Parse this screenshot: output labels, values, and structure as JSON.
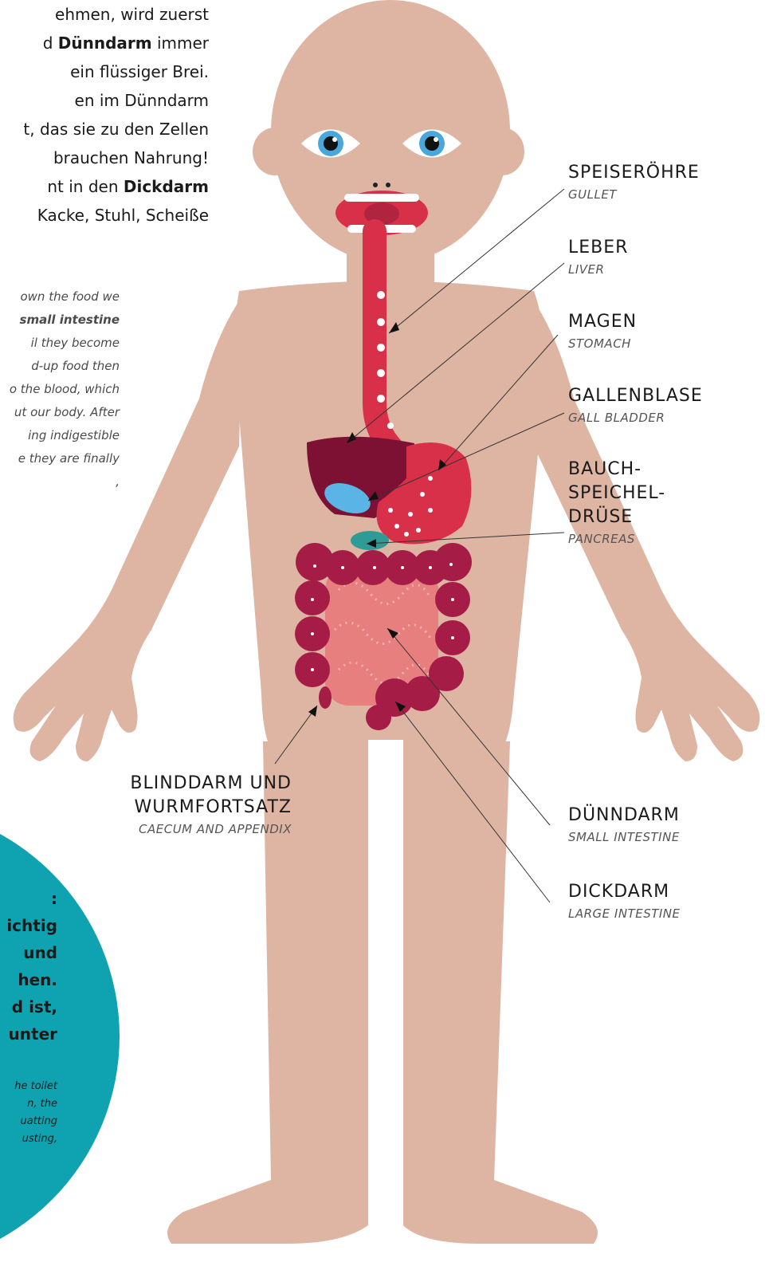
{
  "intro": {
    "l1": "ehmen, wird zuerst",
    "l2a": "d ",
    "l2b": "Dünndarm",
    "l2c": " immer",
    "l3": "ein flüssiger Brei.",
    "l4": "en im Dünndarm",
    "l5": "t, das sie zu den Zellen",
    "l6": "brauchen Nahrung!",
    "l7a": "nt in den ",
    "l7b": "Dickdarm",
    "l8": "Kacke, Stuhl, Scheiße"
  },
  "translation": {
    "l1": "own the food we",
    "l2": "small intestine",
    "l3": "il they become",
    "l4": "d-up food then",
    "l5": "o the blood, which",
    "l6": "ut our body. After",
    "l7": "ing indigestible",
    "l8": "e they are finally",
    "l9": ","
  },
  "labels": {
    "gullet": {
      "de": "SPEISERÖHRE",
      "en": "GULLET"
    },
    "liver": {
      "de": "LEBER",
      "en": "LIVER"
    },
    "stomach": {
      "de": "MAGEN",
      "en": "STOMACH"
    },
    "gall": {
      "de": "GALLENBLASE",
      "en": "GALL BLADDER"
    },
    "pancreas": {
      "de1": "BAUCH-",
      "de2": "SPEICHEL-",
      "de3": "DRÜSE",
      "en": "PANCREAS"
    },
    "caecum": {
      "de1": "BLINDDARM UND",
      "de2": "WURMFORTSATZ",
      "en": "CAECUM AND APPENDIX"
    },
    "small_intestine": {
      "de": "DÜNNDARM",
      "en": "SMALL INTESTINE"
    },
    "large_intestine": {
      "de": "DICKDARM",
      "en": "LARGE INTESTINE"
    }
  },
  "circle": {
    "b1": ":",
    "b2": "ichtig",
    "b3": "und",
    "b4": "hen.",
    "b5": "d ist,",
    "b6": "unter",
    "s1": "he toilet",
    "s2": "n, the",
    "s3": "uatting",
    "s4": "usting,"
  },
  "colors": {
    "skin": "#deb5a3",
    "mouth": "#d9304a",
    "esophagus": "#d9304a",
    "liver": "#7d1133",
    "gall": "#5ab4e5",
    "pancreas": "#2f9b96",
    "small_intestine": "#e87f7f",
    "large_intestine": "#a51d47",
    "circle": "#0fa3b1"
  }
}
